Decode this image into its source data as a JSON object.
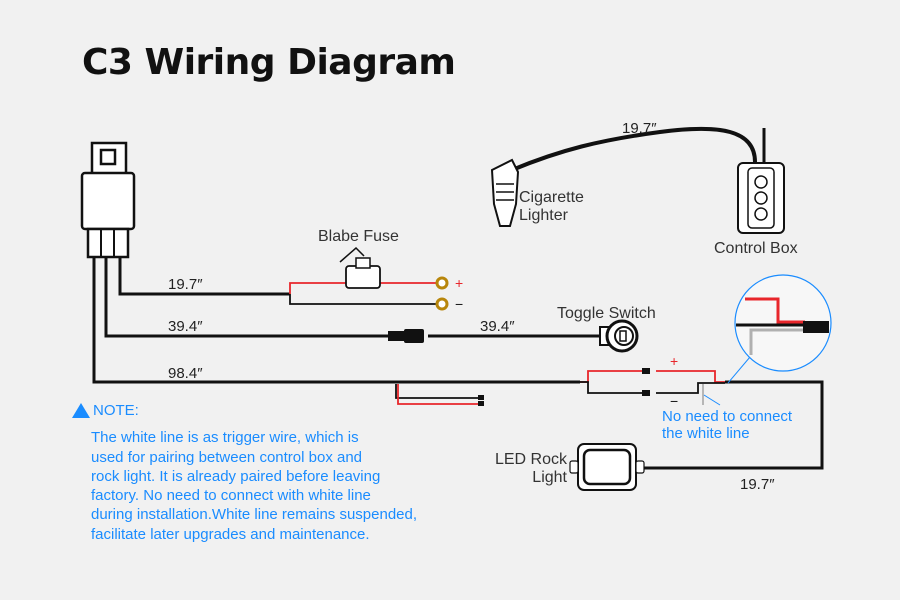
{
  "title": "C3 Wiring Diagram",
  "components": {
    "fuse": "Blabe Fuse",
    "toggle_switch": "Toggle Switch",
    "cigarette_lighter": [
      "Cigarette",
      "Lighter"
    ],
    "control_box": "Control Box",
    "led_rock_light": [
      "LED Rock",
      "Light"
    ]
  },
  "lengths": {
    "fuse_wire": "19.7″",
    "switch_wire_left": "39.4″",
    "switch_wire_right": "39.4″",
    "main_wire": "98.4″",
    "lighter_cable": "19.7″",
    "rock_light_wire": "19.7″"
  },
  "polarity": {
    "plus": "+",
    "minus": "−"
  },
  "callout": [
    "No need to connect",
    "the white line"
  ],
  "note": {
    "heading": "NOTE:",
    "lines": [
      "The white line is as trigger wire, which is",
      "used for pairing between control box and",
      "rock light. It is already paired before leaving",
      "factory. No need to connect with white line",
      "during installation.White line remains suspended,",
      "facilitate later upgrades and maintenance."
    ]
  },
  "colors": {
    "accent": "#1a8cff",
    "positive_wire": "#e8262b",
    "negative_wire": "#111111",
    "trigger_wire": "#b0b0b0",
    "terminal": "#b8860b"
  }
}
